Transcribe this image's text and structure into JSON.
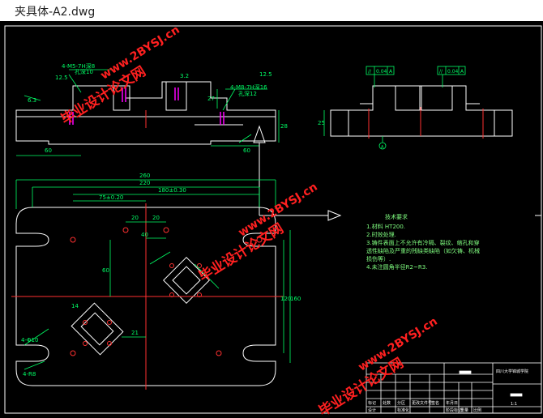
{
  "window": {
    "title": "夹具体-A2.dwg"
  },
  "watermark": {
    "text1": "毕业设计论文网",
    "text2": "www.2BYSJ.cn"
  },
  "top_view": {
    "callout_left_1": "4-M5-7H深8",
    "callout_left_2": "孔深10",
    "callout_left_3": "12.5",
    "callout_right_1": "4-M8-7H深16",
    "callout_right_2": "孔深12",
    "callout_right_3": "12.5",
    "rough_left": "6.3",
    "rough_mid": "3.2",
    "dim_height": "28",
    "dim_left": "60",
    "dim_right": "60",
    "dim_small": "27"
  },
  "side_view": {
    "tol_1": "//",
    "tol_1_val": "0.04",
    "tol_1_ref": "A",
    "tol_2": "//",
    "tol_2_val": "0.04",
    "tol_2_ref": "A",
    "dim_height": "25",
    "datum": "A"
  },
  "plan_view": {
    "dim_260": "260",
    "dim_220": "220",
    "dim_180": "180±0.30",
    "dim_75": "75±0.20",
    "dim_20a": "20",
    "dim_20b": "20",
    "dim_40": "40",
    "dim_60": "60",
    "dim_120": "120",
    "dim_160": "160",
    "dim_21": "21",
    "dim_14": "14",
    "dim_hole": "4-Φ10",
    "dim_r": "4-R8"
  },
  "tech_req": {
    "title": "技术要求",
    "items": [
      "1.材料 HT200.",
      "2.时效处理.",
      "3.铸件表面上不允许有冷隔、裂纹、缩孔和穿",
      "透性缺陷及严重的残缺类缺陷（如欠铸、机械",
      "损伤等）.",
      "4.未注圆角半径R2~R3."
    ]
  },
  "title_block": {
    "school": "四川大学锦城学院",
    "scale": "1:1",
    "row1": [
      "标记",
      "处数",
      "分区",
      "更改文件号",
      "签名",
      "年月日"
    ],
    "row2": [
      "设计",
      "标准化",
      "阶段标记",
      "重量",
      "比例"
    ]
  },
  "colors": {
    "background": "#000000",
    "outline": "#ffffff",
    "dimension": "#00ff66",
    "centerline": "#ff3030",
    "hidden": "#ff00ff",
    "watermark": "#ff2020",
    "note": "#80ff80"
  }
}
